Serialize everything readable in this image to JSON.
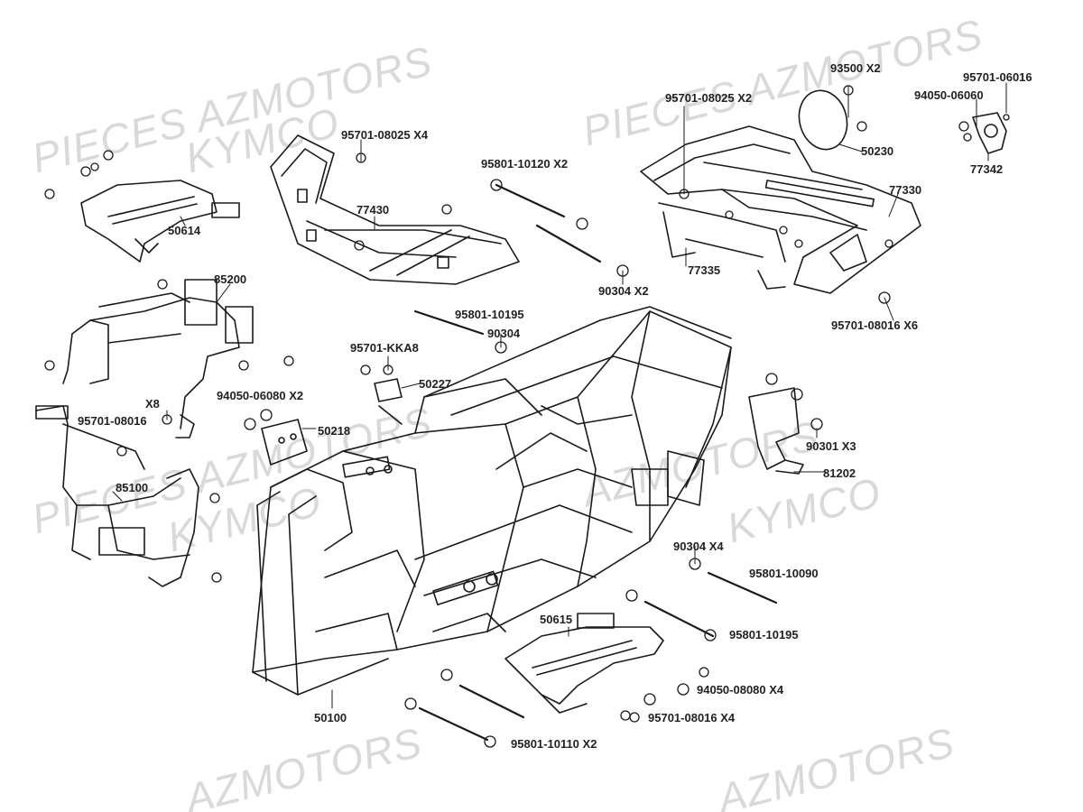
{
  "watermarks": {
    "w1": "PIECES AZMOTORS",
    "w2": "KYMCO",
    "w3": "PIECES AZMOTORS",
    "w4": "PIECES AZMOTORS",
    "w5": "KYMCO",
    "w6": "AZMOTORS",
    "w7": "KYMCO",
    "w8": "AZMOTORS",
    "w9": "AZMOTORS"
  },
  "callouts": {
    "c93500": "93500 X2",
    "c95701_06016": "95701-06016",
    "c94050_06060": "94050-06060",
    "c95701_08025_x2": "95701-08025 X2",
    "c95701_08025_x4": "95701-08025 X4",
    "c95801_10120": "95801-10120 X2",
    "c50230": "50230",
    "c77342": "77342",
    "c77330": "77330",
    "c77430": "77430",
    "c50614": "50614",
    "c77335": "77335",
    "c90304_x2": "90304 X2",
    "c95701_08016_x6": "95701-08016 X6",
    "c85200": "85200",
    "c95801_10195_a": "95801-10195",
    "c90304": "90304",
    "c95701_kka8": "95701-KKA8",
    "c50227": "50227",
    "c94050_06080": "94050-06080 X2",
    "c50218": "50218",
    "cx8": "X8",
    "c95701_08016": "95701-08016",
    "c90301": "90301 X3",
    "c81202": "81202",
    "c85100": "85100",
    "c90304_x4": "90304 X4",
    "c95801_10090": "95801-10090",
    "c95801_10195_b": "95801-10195",
    "c50615": "50615",
    "c94050_08080": "94050-08080 X4",
    "c50100": "50100",
    "c95701_08016_x4": "95701-08016 X4",
    "c95801_10110": "95801-10110 X2"
  },
  "colors": {
    "line": "#1a1a1a",
    "watermark": "#d9d9d9",
    "background": "#ffffff"
  }
}
